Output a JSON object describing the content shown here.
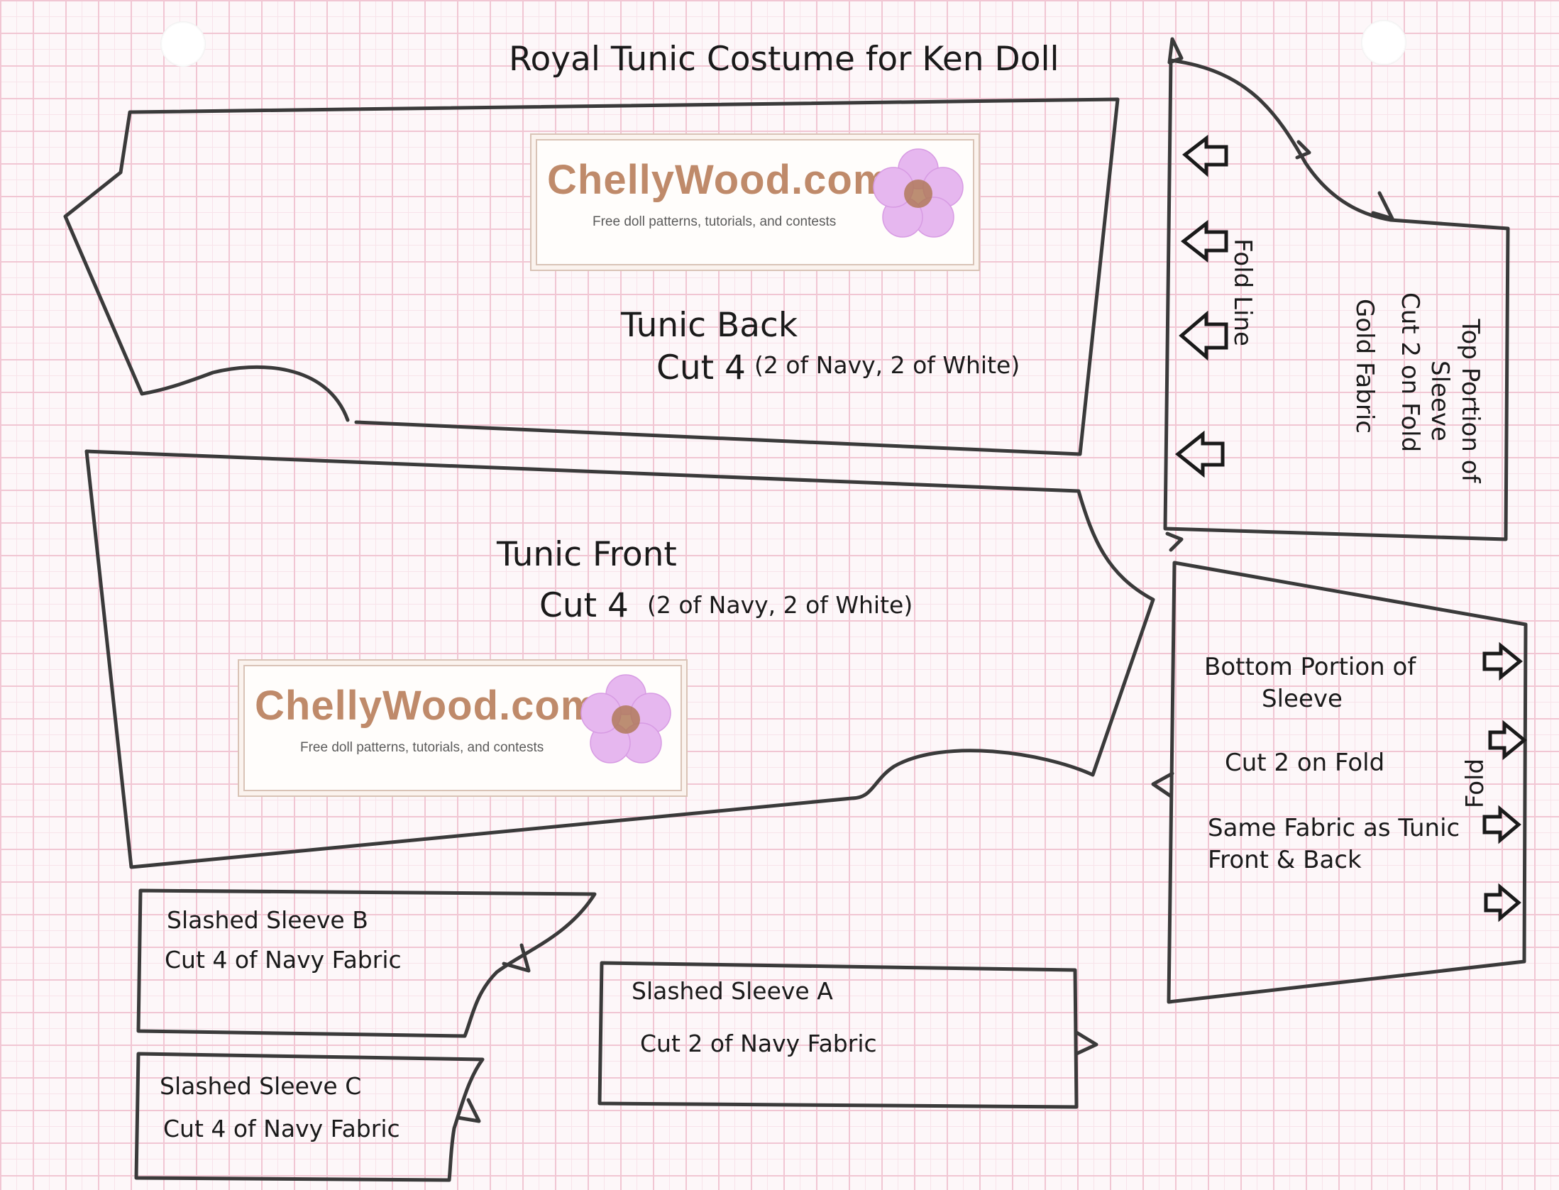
{
  "title": "Royal Tunic Costume for Ken Doll",
  "logo": {
    "brand": "ChellyWood.com",
    "tagline": "Free doll patterns, tutorials, and contests"
  },
  "pieces": {
    "tunic_back": {
      "name": "Tunic Back",
      "cut": "Cut 4",
      "note": "(2 of Navy, 2 of White)"
    },
    "tunic_front": {
      "name": "Tunic Front",
      "cut": "Cut 4",
      "note": "(2 of Navy, 2 of White)"
    },
    "top_sleeve": {
      "name": "Top Portion of Sleeve",
      "cut": "Cut 2 on Fold",
      "fabric": "Gold Fabric",
      "fold_label": "Fold Line"
    },
    "bottom_sleeve": {
      "name_line1": "Bottom Portion of",
      "name_line2": "Sleeve",
      "cut": "Cut 2 on Fold",
      "fabric_line1": "Same Fabric as Tunic",
      "fabric_line2": "Front & Back",
      "fold_label": "Fold"
    },
    "sleeve_b": {
      "name": "Slashed Sleeve B",
      "cut": "Cut 4 of Navy Fabric"
    },
    "sleeve_a": {
      "name": "Slashed Sleeve A",
      "cut": "Cut 2 of Navy Fabric"
    },
    "sleeve_c": {
      "name": "Slashed Sleeve C",
      "cut": "Cut 4 of Navy Fabric"
    }
  },
  "colors": {
    "grid": "#f1c6d3",
    "paper": "#fdf7f9",
    "outline": "#3a3a3a",
    "brand": "#bf8a6a",
    "flower": "#e6b7ef",
    "flower_center": "#b07a5a"
  }
}
